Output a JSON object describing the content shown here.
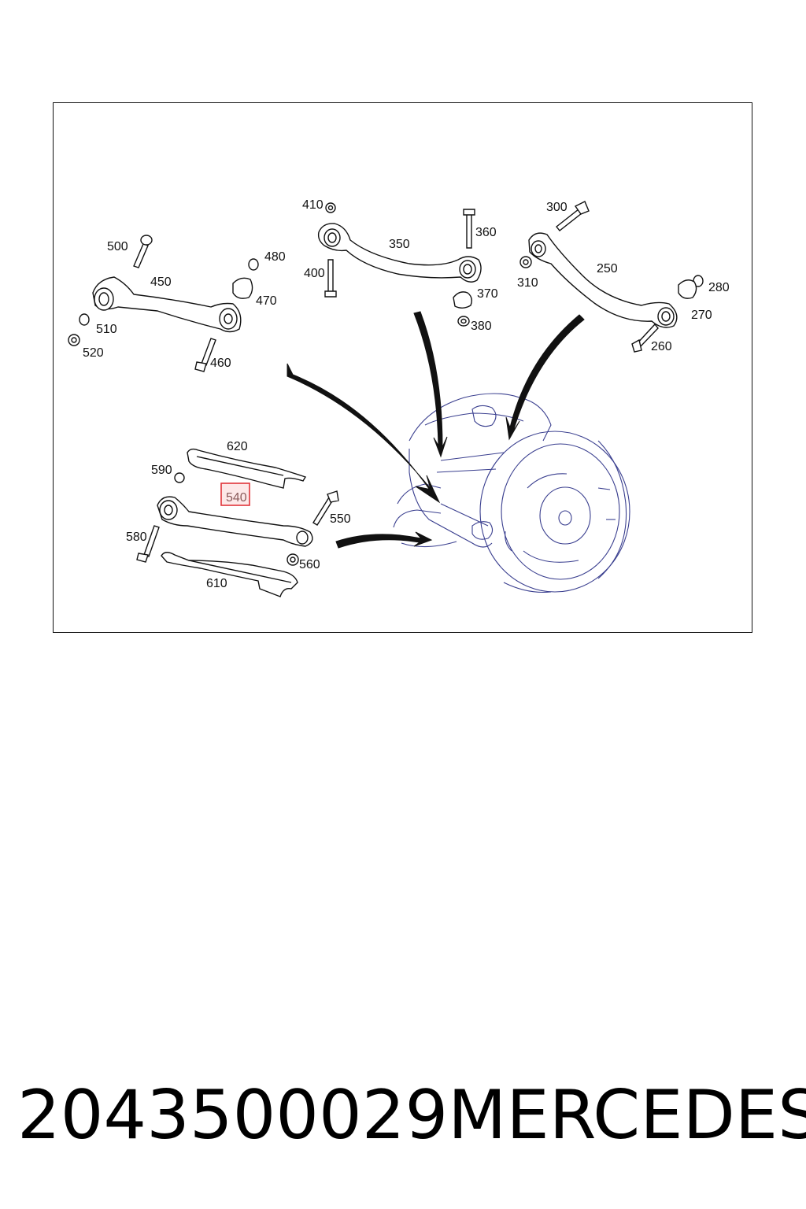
{
  "diagram": {
    "callouts": {
      "c410": "410",
      "c360": "360",
      "c350": "350",
      "c400": "400",
      "c370": "370",
      "c380": "380",
      "c300": "300",
      "c250": "250",
      "c310": "310",
      "c280": "280",
      "c270": "270",
      "c260": "260",
      "c500": "500",
      "c450": "450",
      "c480": "480",
      "c470": "470",
      "c510": "510",
      "c520": "520",
      "c460": "460",
      "c620": "620",
      "c590": "590",
      "c540": "540",
      "c550": "550",
      "c580": "580",
      "c560": "560",
      "c610": "610"
    },
    "highlighted_part": "540",
    "colors": {
      "highlight_border": "#e0343a",
      "highlight_fill": "#fde8e8",
      "hub_lines": "#3a3f8f"
    }
  },
  "footer": {
    "part_number": "2043500029",
    "brand": "MERCEDES"
  }
}
